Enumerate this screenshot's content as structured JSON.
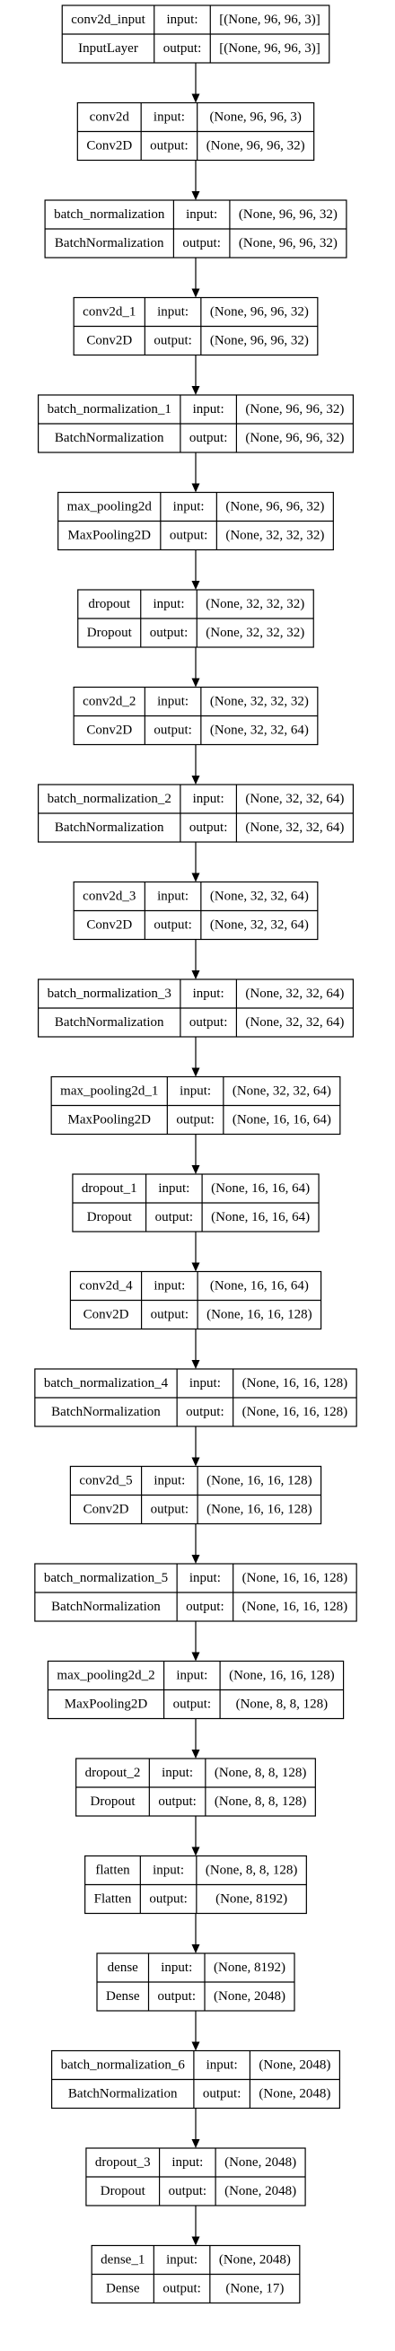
{
  "port_labels": {
    "input": "input:",
    "output": "output:"
  },
  "layers": [
    {
      "name": "conv2d_input",
      "type": "InputLayer",
      "input": "[(None, 96, 96, 3)]",
      "output": "[(None, 96, 96, 3)]"
    },
    {
      "name": "conv2d",
      "type": "Conv2D",
      "input": "(None, 96, 96, 3)",
      "output": "(None, 96, 96, 32)"
    },
    {
      "name": "batch_normalization",
      "type": "BatchNormalization",
      "input": "(None, 96, 96, 32)",
      "output": "(None, 96, 96, 32)"
    },
    {
      "name": "conv2d_1",
      "type": "Conv2D",
      "input": "(None, 96, 96, 32)",
      "output": "(None, 96, 96, 32)"
    },
    {
      "name": "batch_normalization_1",
      "type": "BatchNormalization",
      "input": "(None, 96, 96, 32)",
      "output": "(None, 96, 96, 32)"
    },
    {
      "name": "max_pooling2d",
      "type": "MaxPooling2D",
      "input": "(None, 96, 96, 32)",
      "output": "(None, 32, 32, 32)"
    },
    {
      "name": "dropout",
      "type": "Dropout",
      "input": "(None, 32, 32, 32)",
      "output": "(None, 32, 32, 32)"
    },
    {
      "name": "conv2d_2",
      "type": "Conv2D",
      "input": "(None, 32, 32, 32)",
      "output": "(None, 32, 32, 64)"
    },
    {
      "name": "batch_normalization_2",
      "type": "BatchNormalization",
      "input": "(None, 32, 32, 64)",
      "output": "(None, 32, 32, 64)"
    },
    {
      "name": "conv2d_3",
      "type": "Conv2D",
      "input": "(None, 32, 32, 64)",
      "output": "(None, 32, 32, 64)"
    },
    {
      "name": "batch_normalization_3",
      "type": "BatchNormalization",
      "input": "(None, 32, 32, 64)",
      "output": "(None, 32, 32, 64)"
    },
    {
      "name": "max_pooling2d_1",
      "type": "MaxPooling2D",
      "input": "(None, 32, 32, 64)",
      "output": "(None, 16, 16, 64)"
    },
    {
      "name": "dropout_1",
      "type": "Dropout",
      "input": "(None, 16, 16, 64)",
      "output": "(None, 16, 16, 64)"
    },
    {
      "name": "conv2d_4",
      "type": "Conv2D",
      "input": "(None, 16, 16, 64)",
      "output": "(None, 16, 16, 128)"
    },
    {
      "name": "batch_normalization_4",
      "type": "BatchNormalization",
      "input": "(None, 16, 16, 128)",
      "output": "(None, 16, 16, 128)"
    },
    {
      "name": "conv2d_5",
      "type": "Conv2D",
      "input": "(None, 16, 16, 128)",
      "output": "(None, 16, 16, 128)"
    },
    {
      "name": "batch_normalization_5",
      "type": "BatchNormalization",
      "input": "(None, 16, 16, 128)",
      "output": "(None, 16, 16, 128)"
    },
    {
      "name": "max_pooling2d_2",
      "type": "MaxPooling2D",
      "input": "(None, 16, 16, 128)",
      "output": "(None, 8, 8, 128)"
    },
    {
      "name": "dropout_2",
      "type": "Dropout",
      "input": "(None, 8, 8, 128)",
      "output": "(None, 8, 8, 128)"
    },
    {
      "name": "flatten",
      "type": "Flatten",
      "input": "(None, 8, 8, 128)",
      "output": "(None, 8192)"
    },
    {
      "name": "dense",
      "type": "Dense",
      "input": "(None, 8192)",
      "output": "(None, 2048)"
    },
    {
      "name": "batch_normalization_6",
      "type": "BatchNormalization",
      "input": "(None, 2048)",
      "output": "(None, 2048)"
    },
    {
      "name": "dropout_3",
      "type": "Dropout",
      "input": "(None, 2048)",
      "output": "(None, 2048)"
    },
    {
      "name": "dense_1",
      "type": "Dense",
      "input": "(None, 2048)",
      "output": "(None, 17)"
    }
  ]
}
